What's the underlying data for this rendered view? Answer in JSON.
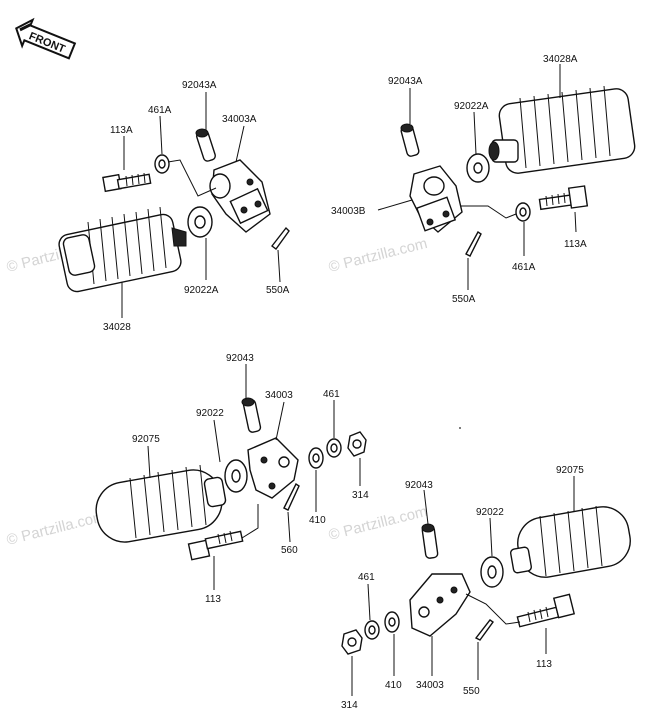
{
  "watermark": "© Partzilla.com",
  "front_arrow_label": "FRONT",
  "labels": {
    "a_92043A": "92043A",
    "a_461A": "461A",
    "a_34003A": "34003A",
    "a_113A": "113A",
    "a_92022A": "92022A",
    "a_550A": "550A",
    "a_34028": "34028",
    "b_92043A": "92043A",
    "b_34028A": "34028A",
    "b_92022A": "92022A",
    "b_34003B": "34003B",
    "b_113A": "113A",
    "b_461A": "461A",
    "b_550A": "550A",
    "c_92043": "92043",
    "c_92022": "92022",
    "c_34003": "34003",
    "c_461": "461",
    "c_92075": "92075",
    "c_314": "314",
    "c_410": "410",
    "c_560": "560",
    "c_113": "113",
    "d_92043": "92043",
    "d_92022": "92022",
    "d_92075": "92075",
    "d_461": "461",
    "d_113": "113",
    "d_314": "314",
    "d_410": "410",
    "d_34003": "34003",
    "d_550": "550"
  },
  "colors": {
    "ink": "#111111",
    "watermark": "#d4d4d4",
    "background": "#ffffff"
  }
}
